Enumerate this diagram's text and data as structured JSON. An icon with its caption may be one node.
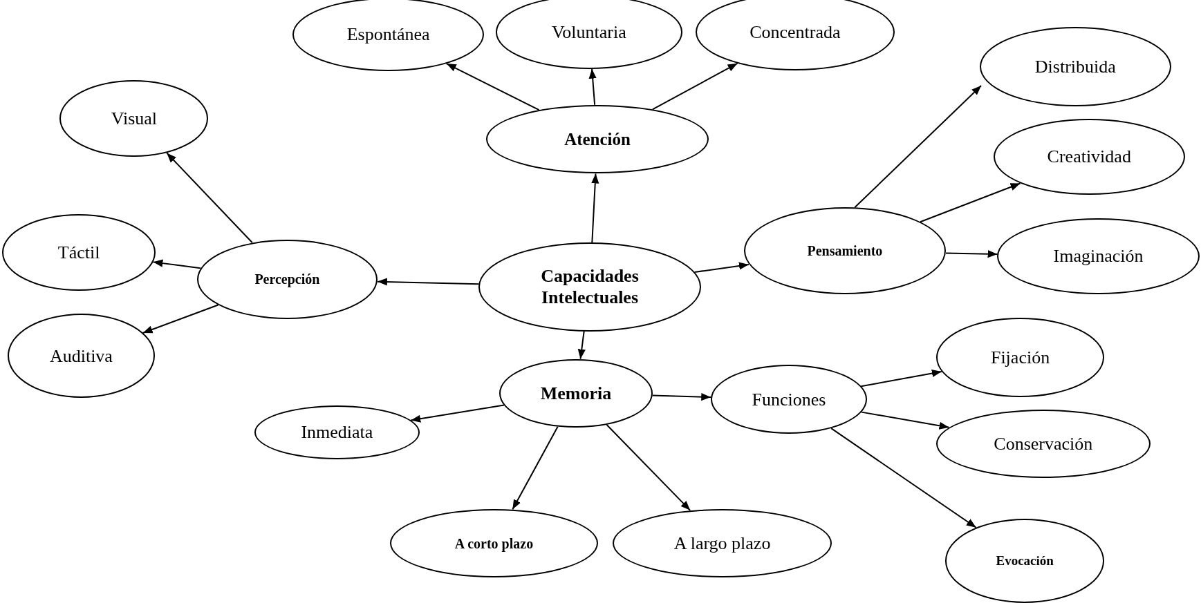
{
  "diagram": {
    "nodes": [
      {
        "text": [
          "Capacidades Intelectuales"
        ]
      },
      {
        "text": [
          "Atención"
        ]
      },
      {
        "text": [
          "Espontánea"
        ]
      },
      {
        "text": [
          "Voluntaria"
        ]
      },
      {
        "text": [
          "Concentrada"
        ]
      },
      {
        "text": [
          "Percepción"
        ]
      },
      {
        "text": [
          "Visual"
        ]
      },
      {
        "text": [
          "Táctil"
        ]
      },
      {
        "text": [
          "Auditiva"
        ]
      },
      {
        "text": [
          "Pensamiento"
        ]
      },
      {
        "text": [
          "Distribuida"
        ]
      },
      {
        "text": [
          "Creatividad"
        ]
      },
      {
        "text": [
          "Imaginación"
        ]
      },
      {
        "text": [
          "Memoria"
        ]
      },
      {
        "text": [
          "Inmediata"
        ]
      },
      {
        "text": [
          "A corto plazo"
        ]
      },
      {
        "text": [
          "A largo plazo"
        ]
      },
      {
        "text": [
          "Funciones"
        ]
      },
      {
        "text": [
          "Fijación"
        ]
      },
      {
        "text": [
          "Conservación"
        ]
      },
      {
        "text": [
          "Evocación"
        ]
      }
    ],
    "edges": [
      {
        "from": 0,
        "to": 1,
        "arrow": "to"
      },
      {
        "from": 1,
        "to": 2,
        "arrow": "to"
      },
      {
        "from": 1,
        "to": 3,
        "arrow": "to"
      },
      {
        "from": 1,
        "to": 4,
        "arrow": "to"
      },
      {
        "from": 0,
        "to": 5,
        "arrow": "to"
      },
      {
        "from": 5,
        "to": 6,
        "arrow": "to"
      },
      {
        "from": 5,
        "to": 7,
        "arrow": "to"
      },
      {
        "from": 5,
        "to": 8,
        "arrow": "to"
      },
      {
        "from": 0,
        "to": 9,
        "arrow": "to"
      },
      {
        "from": 9,
        "to": 10,
        "arrow": "to"
      },
      {
        "from": 9,
        "to": 11,
        "arrow": "to"
      },
      {
        "from": 9,
        "to": 12,
        "arrow": "to"
      },
      {
        "from": 0,
        "to": 13,
        "arrow": "to"
      },
      {
        "from": 13,
        "to": 14,
        "arrow": "to"
      },
      {
        "from": 13,
        "to": 15,
        "arrow": "to"
      },
      {
        "from": 13,
        "to": 16,
        "arrow": "to"
      },
      {
        "from": 13,
        "to": 17,
        "arrow": "to"
      },
      {
        "from": 17,
        "to": 18,
        "arrow": "to"
      },
      {
        "from": 17,
        "to": 19,
        "arrow": "to"
      },
      {
        "from": 17,
        "to": 20,
        "arrow": "to"
      }
    ]
  }
}
